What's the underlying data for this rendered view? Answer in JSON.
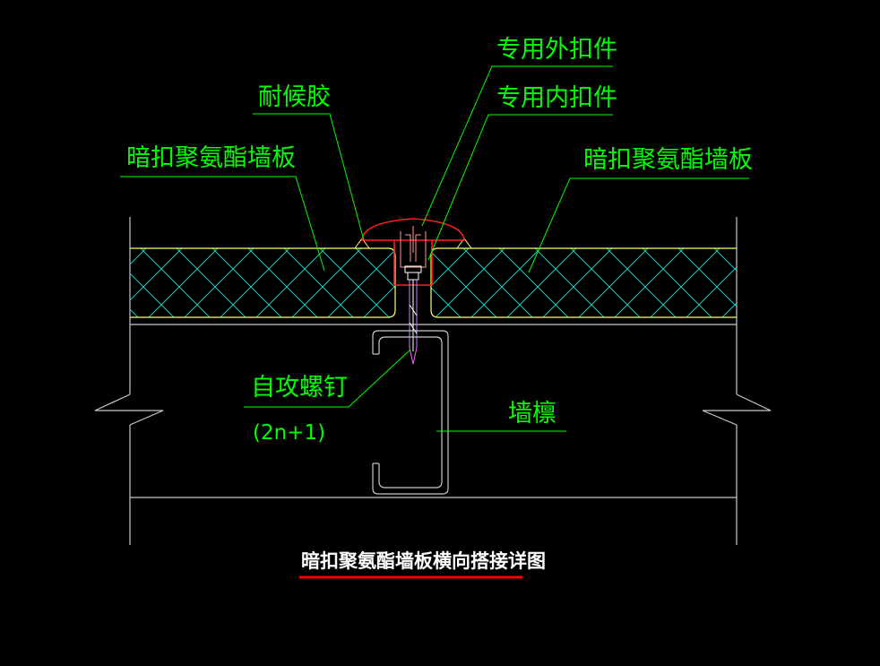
{
  "labels": {
    "outer_clip": "专用外扣件",
    "inner_clip": "专用内扣件",
    "sealant": "耐候胶",
    "panel_left": "暗扣聚氨酯墙板",
    "panel_right": "暗扣聚氨酯墙板",
    "screw": "自攻螺钉",
    "screw_count": "(2n+1)",
    "purlin": "墙檩"
  },
  "title": "暗扣聚氨酯墙板横向搭接详图",
  "colors": {
    "background": "#000000",
    "leader": "#00ff00",
    "panel_edge": "#ffff66",
    "panel_hatch": "#00cccc",
    "clip": "#ff2020",
    "structure": "#c8c8c8",
    "title": "#ffffff",
    "title_underline": "#ff0000"
  }
}
